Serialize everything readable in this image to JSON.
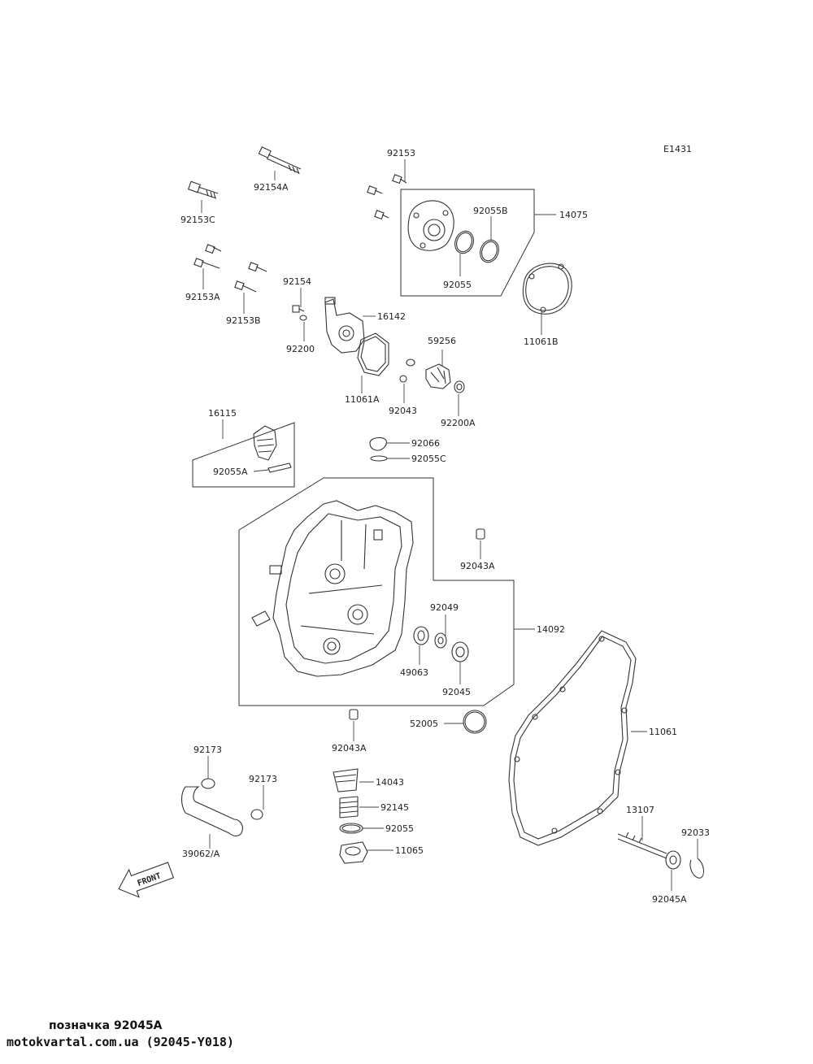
{
  "diagram": {
    "ref_code": "E1431",
    "front_label": "FRONT",
    "labels": {
      "p92153": "92153",
      "p92154A": "92154A",
      "p92153C": "92153C",
      "p92055B": "92055B",
      "p14075": "14075",
      "p92055_top": "92055",
      "p11061B": "11061B",
      "p92153A": "92153A",
      "p92153B": "92153B",
      "p92154": "92154",
      "p92200": "92200",
      "p16142": "16142",
      "p11061A": "11061A",
      "p59256": "59256",
      "p92043": "92043",
      "p92200A": "92200A",
      "p16115": "16115",
      "p92055A": "92055A",
      "p92066": "92066",
      "p92055C": "92055C",
      "p92043A_top": "92043A",
      "p92049": "92049",
      "p14092": "14092",
      "p49063": "49063",
      "p92045": "92045",
      "p52005": "52005",
      "p92043A_bottom": "92043A",
      "p11061": "11061",
      "p92173_left": "92173",
      "p92173_right": "92173",
      "p14043": "14043",
      "p92145": "92145",
      "p92055_bottom": "92055",
      "p11065": "11065",
      "p39062A": "39062/A",
      "p13107": "13107",
      "p92033": "92033",
      "p92045A": "92045A"
    }
  },
  "caption": {
    "line1": "позначка 92045A",
    "line2": "motokvartal.com.ua (92045-Y018)"
  }
}
